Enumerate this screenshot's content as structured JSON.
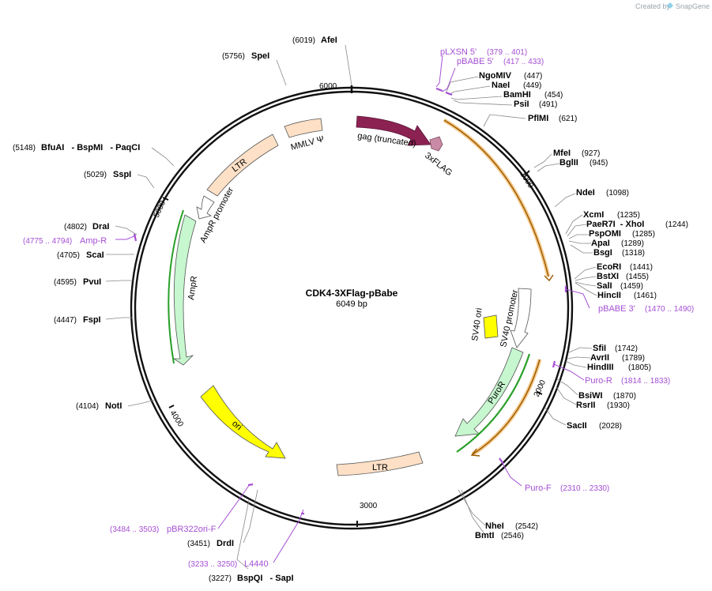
{
  "credit": {
    "prefix": "Created by",
    "brand": "SnapGene"
  },
  "plasmid": {
    "name": "CDK4-3XFlag-pBabe",
    "size": "6049 bp"
  },
  "ticks": [
    "1000",
    "2000",
    "3000",
    "4000",
    "5000",
    "6000"
  ],
  "features": [
    {
      "name": "gag (truncated)",
      "color": "#8b2252"
    },
    {
      "name": "3xFLAG",
      "color": "#c98aa5"
    },
    {
      "name": "MMLV Ψ",
      "color": "#fde0c6"
    },
    {
      "name": "LTR",
      "color": "#fde0c6"
    },
    {
      "name": "AmpR promoter",
      "color": "#ffffff"
    },
    {
      "name": "AmpR",
      "color": "#c6f7cf"
    },
    {
      "name": "ori",
      "color": "#ffff00"
    },
    {
      "name": "LTR",
      "color": "#fde0c6"
    },
    {
      "name": "SV40 ori",
      "color": "#ffff00"
    },
    {
      "name": "SV40 promoter",
      "color": "#ffffff"
    },
    {
      "name": "PuroR",
      "color": "#c6f7cf"
    }
  ],
  "sites": [
    {
      "pos": "(6019)",
      "name": "AfeI"
    },
    {
      "pos": "(5756)",
      "name": "SpeI"
    },
    {
      "pos": "(447)",
      "name": "NgoMIV"
    },
    {
      "pos": "(449)",
      "name": "NaeI"
    },
    {
      "pos": "(454)",
      "name": "BamHI"
    },
    {
      "pos": "(491)",
      "name": "PsiI"
    },
    {
      "pos": "(621)",
      "name": "PflMI"
    },
    {
      "pos": "(927)",
      "name": "MfeI"
    },
    {
      "pos": "(945)",
      "name": "BglII"
    },
    {
      "pos": "(1098)",
      "name": "NdeI"
    },
    {
      "pos": "(1235)",
      "name": "XcmI"
    },
    {
      "pos": "(1244)",
      "name": "PaeR7I  - XhoI"
    },
    {
      "pos": "(1285)",
      "name": "PspOMI"
    },
    {
      "pos": "(1289)",
      "name": "ApaI"
    },
    {
      "pos": "(1318)",
      "name": "BsgI"
    },
    {
      "pos": "(1441)",
      "name": "EcoRI"
    },
    {
      "pos": "(1455)",
      "name": "BstXI"
    },
    {
      "pos": "(1459)",
      "name": "SalI"
    },
    {
      "pos": "(1461)",
      "name": "HincII"
    },
    {
      "pos": "(1742)",
      "name": "SfiI"
    },
    {
      "pos": "(1789)",
      "name": "AvrII"
    },
    {
      "pos": "(1805)",
      "name": "HindIII"
    },
    {
      "pos": "(1870)",
      "name": "BsiWI"
    },
    {
      "pos": "(1930)",
      "name": "RsrII"
    },
    {
      "pos": "(2028)",
      "name": "SacII"
    },
    {
      "pos": "(2542)",
      "name": "NheI"
    },
    {
      "pos": "(2546)",
      "name": "BmtI"
    },
    {
      "pos": "(3227)",
      "name": "BspQI   - SapI"
    },
    {
      "pos": "(3451)",
      "name": "DrdI"
    },
    {
      "pos": "(4104)",
      "name": "NotI"
    },
    {
      "pos": "(4447)",
      "name": "FspI"
    },
    {
      "pos": "(4595)",
      "name": "PvuI"
    },
    {
      "pos": "(4705)",
      "name": "ScaI"
    },
    {
      "pos": "(4802)",
      "name": "DraI"
    },
    {
      "pos": "(5029)",
      "name": "SspI"
    },
    {
      "pos": "(5148)",
      "name": "BfuAI   - BspMI   - PaqCI"
    }
  ],
  "primers": [
    {
      "name": "pLXSN 5'",
      "range": "(379 .. 401)"
    },
    {
      "name": "pBABE 5'",
      "range": "(417 .. 433)"
    },
    {
      "name": "pBABE 3'",
      "range": "(1470 .. 1490)"
    },
    {
      "name": "Puro-R",
      "range": "(1814 .. 1833)"
    },
    {
      "name": "Puro-F",
      "range": "(2310 .. 2330)"
    },
    {
      "name": "L4440",
      "range": "(3233 .. 3250)"
    },
    {
      "name": "pBR322ori-F",
      "range": "(3484 .. 3503)"
    },
    {
      "name": "Amp-R",
      "range": "(4775 .. 4794)"
    }
  ]
}
